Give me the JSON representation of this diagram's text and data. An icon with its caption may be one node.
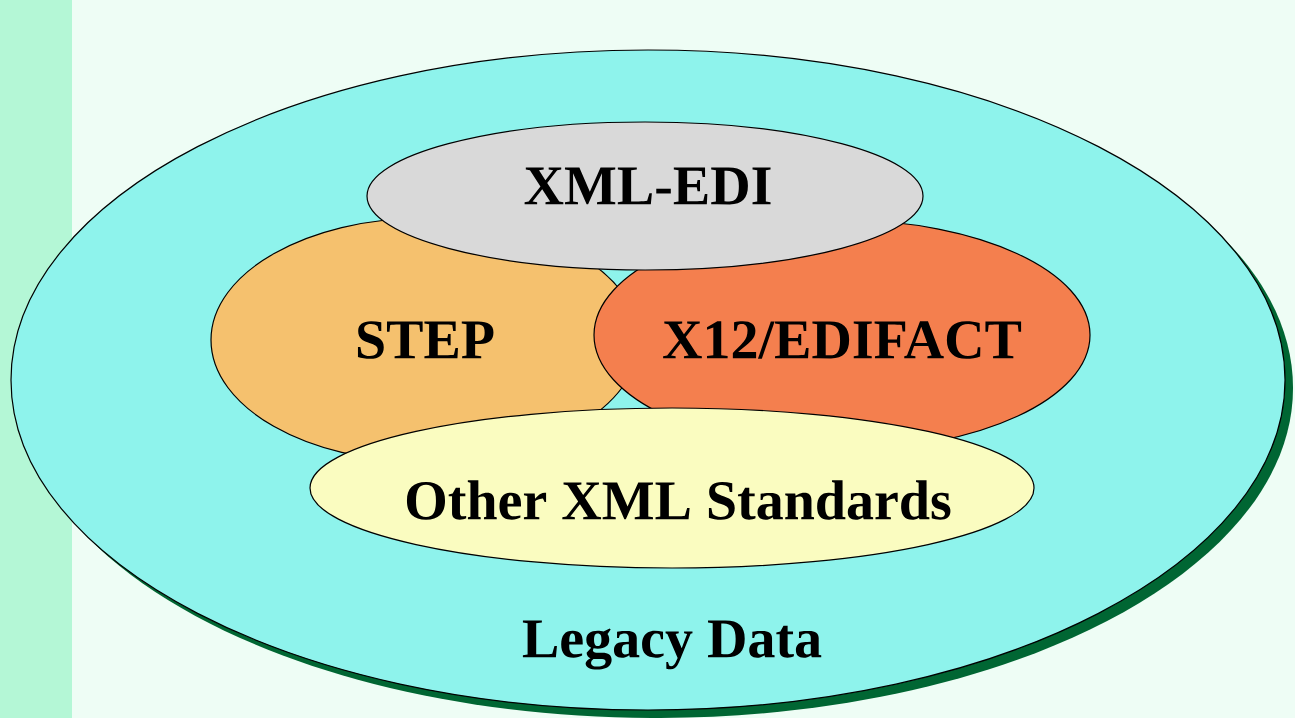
{
  "diagram": {
    "nodes": [
      {
        "text": [
          "Legacy Data"
        ]
      },
      {
        "text": [
          "XML-EDI"
        ],
        "in": 0
      },
      {
        "text": [
          "STEP"
        ],
        "in": 0
      },
      {
        "text": [
          "X12/EDIFACT"
        ],
        "in": 0
      },
      {
        "text": [
          "Other XML Standards"
        ],
        "in": 0
      }
    ]
  }
}
